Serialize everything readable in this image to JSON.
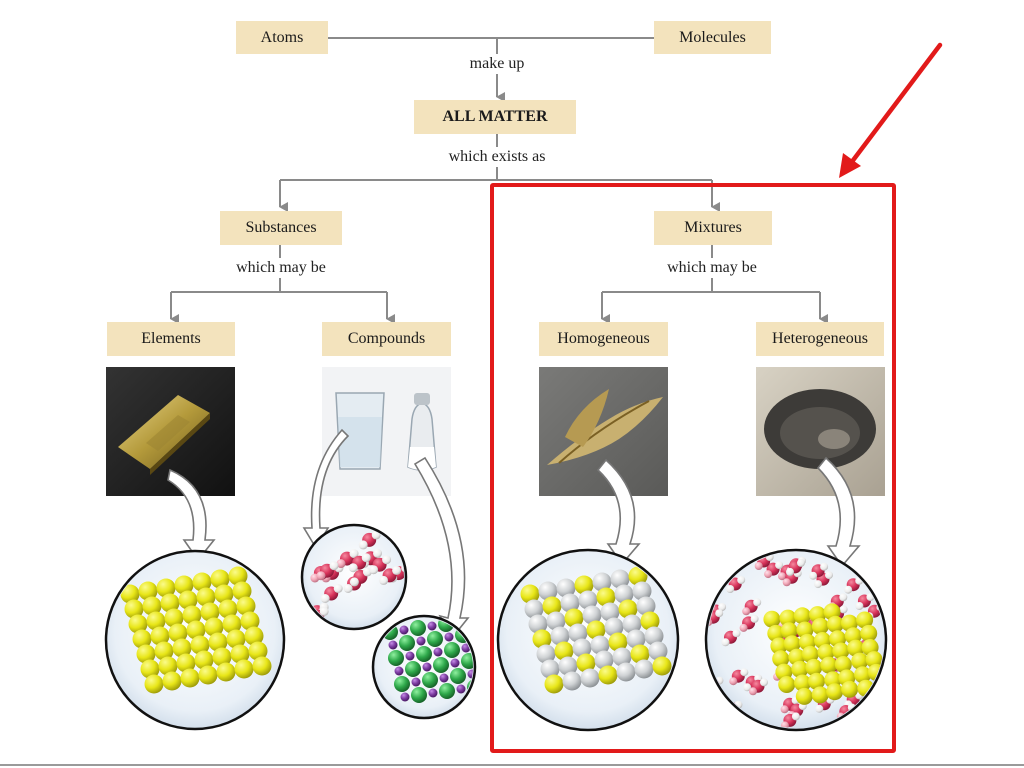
{
  "nodes": {
    "atoms": "Atoms",
    "molecules": "Molecules",
    "all_matter": "ALL MATTER",
    "substances": "Substances",
    "mixtures": "Mixtures",
    "elements": "Elements",
    "compounds": "Compounds",
    "homogeneous": "Homogeneous",
    "heterogeneous": "Heterogeneous"
  },
  "links": {
    "make_up": "make up",
    "which_exists_as": "which exists as",
    "substances_may_be": "which may be",
    "mixtures_may_be": "which may be"
  },
  "colors": {
    "box_fill": "#f3e3bd",
    "connector": "#8a8a8a",
    "highlight": "#e21a1a",
    "atom_yellow": "#e8e617",
    "atom_silver": "#cfd2d4",
    "atom_red": "#d8335a",
    "atom_pink": "#f2a8b8",
    "atom_green": "#2ea84a",
    "atom_purple": "#7b3aa0"
  }
}
